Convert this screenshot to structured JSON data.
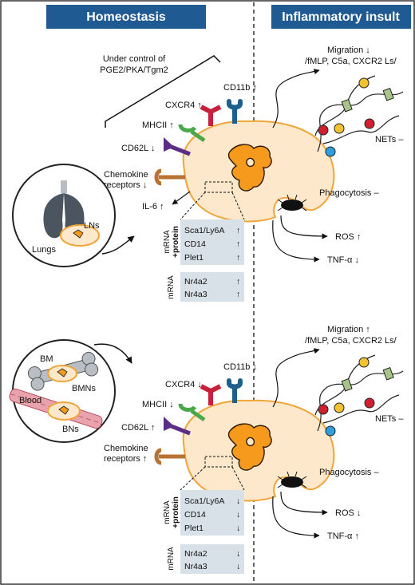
{
  "headers": {
    "left": "Homeostasis",
    "right": "Inflammatory insult"
  },
  "control": {
    "line1": "Under control of",
    "line2": "PGE2/PKA/Tgm2"
  },
  "top": {
    "receptors": {
      "cd11b": "CD11b ↑",
      "cxcr4": "CXCR4 ↑",
      "mhcii": "MHCII ↑",
      "cd62l": "CD62L ↓",
      "chemo1": "Chemokine",
      "chemo2": "receptors ↓",
      "il6": "IL-6 ↑"
    },
    "migration1": "Migration ↓",
    "migration2": "/fMLP, C5a, CXCR2 Ls/",
    "nets": "NETs –",
    "phago": "Phagocytosis –",
    "ros": "ROS ↑",
    "tnf": "TNF-α ↓",
    "table_label1": "mRNA",
    "table_label2": "+protein",
    "table_label3": "mRNA",
    "rows1": [
      {
        "gene": "Sca1/Ly6A",
        "arrow": "↑"
      },
      {
        "gene": "CD14",
        "arrow": "↑"
      },
      {
        "gene": "Plet1",
        "arrow": "↑"
      }
    ],
    "rows2": [
      {
        "gene": "Nr4a2",
        "arrow": "↑"
      },
      {
        "gene": "Nr4a3",
        "arrow": "↑"
      }
    ]
  },
  "bottom": {
    "receptors": {
      "cd11b": "CD11b ↓",
      "cxcr4": "CXCR4 ↓",
      "mhcii": "MHCII ↓",
      "cd62l": "CD62L ↑",
      "chemo1": "Chemokine",
      "chemo2": "receptors ↑"
    },
    "migration1": "Migration ↑",
    "migration2": "/fMLP, C5a, CXCR2 Ls/",
    "nets": "NETs –",
    "phago": "Phagocytosis –",
    "ros": "ROS ↓",
    "tnf": "TNF-α ↑",
    "table_label1": "mRNA",
    "table_label2": "+protein",
    "table_label3": "mRNA",
    "rows1": [
      {
        "gene": "Sca1/Ly6A",
        "arrow": "↓"
      },
      {
        "gene": "CD14",
        "arrow": "↓"
      },
      {
        "gene": "Plet1",
        "arrow": "↓"
      }
    ],
    "rows2": [
      {
        "gene": "Nr4a2",
        "arrow": "↓"
      },
      {
        "gene": "Nr4a3",
        "arrow": "↓"
      }
    ]
  },
  "circle_top": {
    "lungs": "Lungs",
    "lns": "LNs"
  },
  "circle_bottom": {
    "bm": "BM",
    "bmns": "BMNs",
    "blood": "Blood",
    "bns": "BNs"
  },
  "colors": {
    "header_bg": "#1f5a93",
    "cell_fill": "#fde8cc",
    "cell_edge": "#f0a53a",
    "nucleus": "#f59a1c",
    "cd11b": "#1e5f8c",
    "cxcr4": "#c8203a",
    "mhcii": "#4aa84a",
    "cd62l": "#5b2d86",
    "chemokine": "#b87333",
    "table_bg": "#d8e1e8"
  }
}
